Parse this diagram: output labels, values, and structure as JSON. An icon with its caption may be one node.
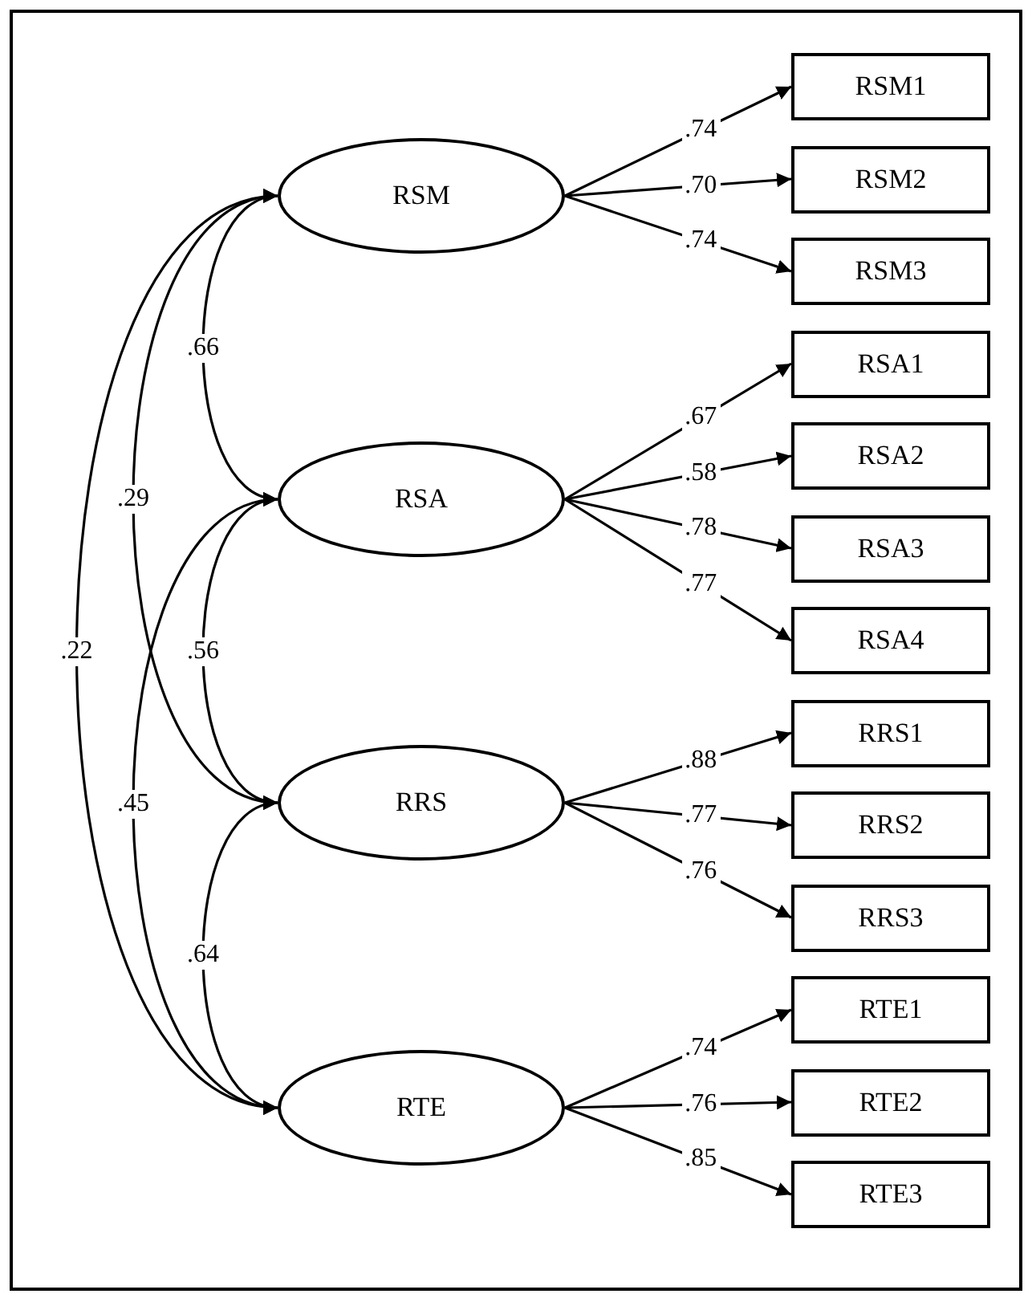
{
  "diagram": {
    "nodes": [
      {
        "text": [
          "RSM"
        ]
      },
      {
        "text": [
          "RSA"
        ]
      },
      {
        "text": [
          "RRS"
        ]
      },
      {
        "text": [
          "RTE"
        ]
      },
      {
        "text": [
          "RSM1"
        ]
      },
      {
        "text": [
          "RSM2"
        ]
      },
      {
        "text": [
          "RSM3"
        ]
      },
      {
        "text": [
          "RSA1"
        ]
      },
      {
        "text": [
          "RSA2"
        ]
      },
      {
        "text": [
          "RSA3"
        ]
      },
      {
        "text": [
          "RSA4"
        ]
      },
      {
        "text": [
          "RRS1"
        ]
      },
      {
        "text": [
          "RRS2"
        ]
      },
      {
        "text": [
          "RRS3"
        ]
      },
      {
        "text": [
          "RTE1"
        ]
      },
      {
        "text": [
          "RTE2"
        ]
      },
      {
        "text": [
          "RTE3"
        ]
      }
    ],
    "edges": [
      {
        "from": 0,
        "to": 4,
        "arrow": "to",
        "label": ".74"
      },
      {
        "from": 0,
        "to": 5,
        "arrow": "to",
        "label": ".70"
      },
      {
        "from": 0,
        "to": 6,
        "arrow": "to",
        "label": ".74"
      },
      {
        "from": 1,
        "to": 7,
        "arrow": "to",
        "label": ".67"
      },
      {
        "from": 1,
        "to": 8,
        "arrow": "to",
        "label": ".58"
      },
      {
        "from": 1,
        "to": 9,
        "arrow": "to",
        "label": ".78"
      },
      {
        "from": 1,
        "to": 10,
        "arrow": "to",
        "label": ".77"
      },
      {
        "from": 2,
        "to": 11,
        "arrow": "to",
        "label": ".88"
      },
      {
        "from": 2,
        "to": 12,
        "arrow": "to",
        "label": ".77"
      },
      {
        "from": 2,
        "to": 13,
        "arrow": "to",
        "label": ".76"
      },
      {
        "from": 3,
        "to": 14,
        "arrow": "to",
        "label": ".74"
      },
      {
        "from": 3,
        "to": 15,
        "arrow": "to",
        "label": ".76"
      },
      {
        "from": 3,
        "to": 16,
        "arrow": "to",
        "label": ".85"
      },
      {
        "from": 0,
        "to": 1,
        "arrow": "both",
        "label": ".66"
      },
      {
        "from": 0,
        "to": 2,
        "arrow": "both",
        "label": ".29"
      },
      {
        "from": 0,
        "to": 3,
        "arrow": "both",
        "label": ".22"
      },
      {
        "from": 1,
        "to": 2,
        "arrow": "both",
        "label": ".56"
      },
      {
        "from": 1,
        "to": 3,
        "arrow": "both",
        "label": ".45"
      },
      {
        "from": 2,
        "to": 3,
        "arrow": "both",
        "label": ".64"
      }
    ]
  }
}
